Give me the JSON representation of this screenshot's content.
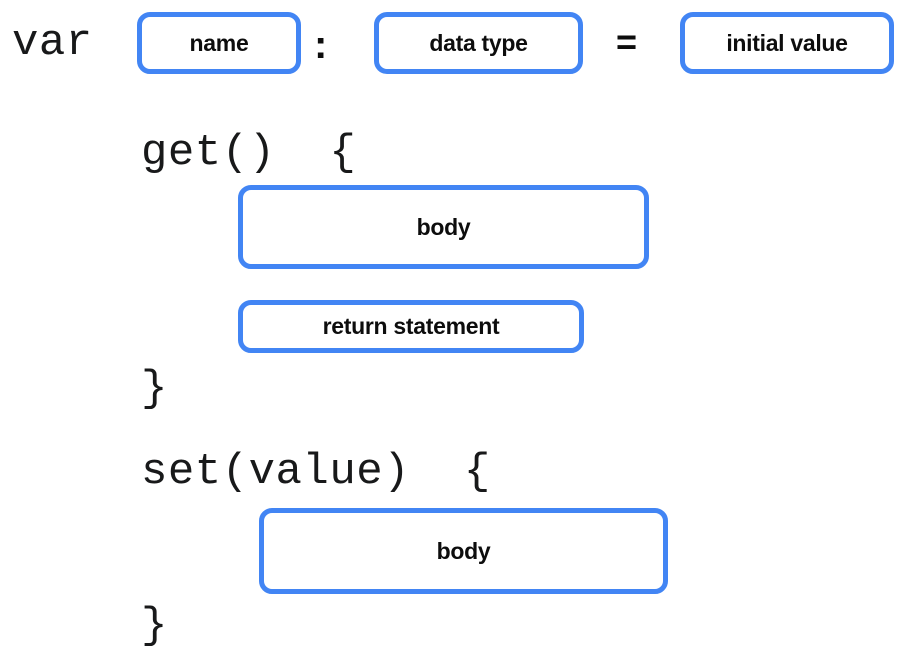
{
  "diagram": {
    "title": "property-declaration-syntax",
    "accent_color": "#4285f4",
    "text_color": "#0d0d0d",
    "background_color": "#ffffff",
    "declaration_line": {
      "keyword": "var",
      "name_box": "name",
      "colon": ":",
      "type_box": "data type",
      "equals": "=",
      "initial_box": "initial value"
    },
    "getter": {
      "header": "get()  {",
      "body_box": "body",
      "return_box": "return statement",
      "closing_brace": "}"
    },
    "setter": {
      "header": "set(value)  {",
      "body_box": "body",
      "closing_brace": "}"
    }
  }
}
